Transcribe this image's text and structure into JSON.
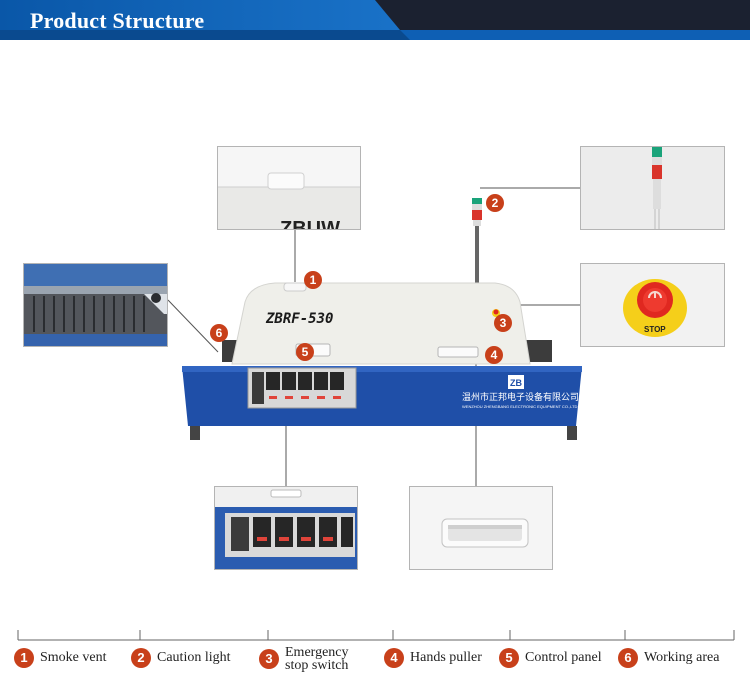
{
  "header": {
    "title": "Product Structure"
  },
  "machine": {
    "model": "ZBRF-530",
    "company_cn": "温州市正邦电子设备有限公司",
    "company_en": "WENZHOU ZHENGBANG ELECTRONIC EQUIPMENT CO.,LTD",
    "logo_text": "ZB",
    "partial_text": "ZBUW",
    "stop_text": "STOP"
  },
  "markers": [
    "1",
    "2",
    "3",
    "4",
    "5",
    "6"
  ],
  "legend": [
    {
      "num": "1",
      "label": "Smoke vent"
    },
    {
      "num": "2",
      "label": "Caution light"
    },
    {
      "num": "3",
      "label": "Emergency stop switch",
      "line1": "Emergency",
      "line2": "stop switch"
    },
    {
      "num": "4",
      "label": "Hands puller"
    },
    {
      "num": "5",
      "label": "Control panel"
    },
    {
      "num": "6",
      "label": "Working area"
    }
  ],
  "colors": {
    "header": "#0a5cad",
    "machine_base": "#1f4fa8",
    "marker": "#c8401a",
    "accent_bar": "#f2a312"
  }
}
